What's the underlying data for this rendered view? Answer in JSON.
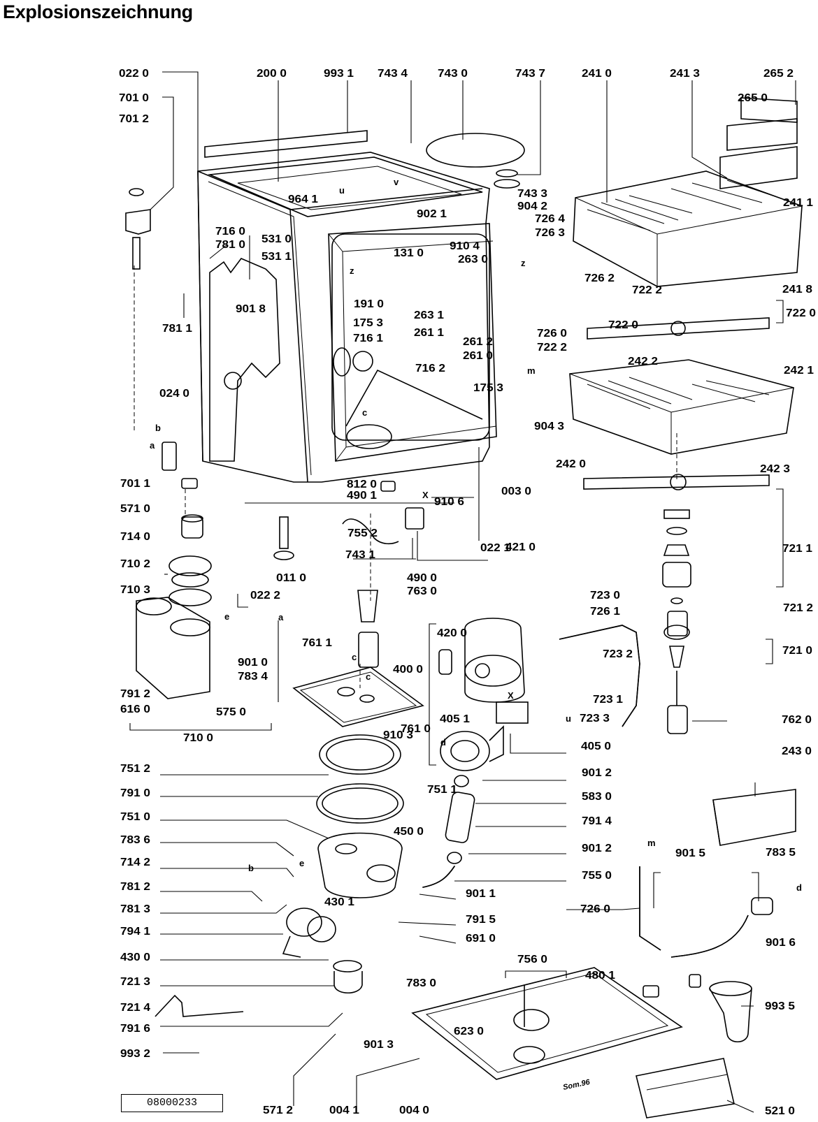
{
  "title": "Explosionszeichnung",
  "document_number": "08000233",
  "drawing_signature": "Som.96",
  "part_labels": [
    "022 0",
    "200 0",
    "993 1",
    "743 4",
    "743 0",
    "743 7",
    "241 0",
    "241 3",
    "265 2",
    "265 0",
    "701 0",
    "701 2",
    "743 3",
    "904 2",
    "964 1",
    "u",
    "v",
    "902 1",
    "726 4",
    "726 3",
    "241 1",
    "716 0",
    "531 0",
    "781 0",
    "531 1",
    "910 4",
    "263 0",
    "131 0",
    "z",
    "z",
    "726 2",
    "241 8",
    "722 2",
    "722 0",
    "722 0",
    "901 8",
    "781 1",
    "191 0",
    "175 3",
    "716 1",
    "263 1",
    "261 1",
    "261 2",
    "261 0",
    "726 0",
    "722 2",
    "m",
    "242 2",
    "242 1",
    "716 2",
    "175 3",
    "024 0",
    "904 3",
    "c",
    "b",
    "a",
    "242 0",
    "242 3",
    "701 1",
    "812 0",
    "490 1",
    "X",
    "910 6",
    "003 0",
    "571 0",
    "022 1",
    "714 0",
    "755 2",
    "421 0",
    "743 1",
    "710 2",
    "011 0",
    "710 3",
    "022 2",
    "490 0",
    "763 0",
    "723 0",
    "726 1",
    "721 1",
    "721 2",
    "e",
    "a",
    "761 1",
    "420 0",
    "723 2",
    "721 0",
    "901 0",
    "783 4",
    "400 0",
    "c",
    "791 2",
    "616 0",
    "575 0",
    "405 1",
    "X",
    "723 1",
    "u",
    "723 3",
    "762 0",
    "d",
    "761 0",
    "910 3",
    "405 0",
    "c",
    "710 0",
    "751 2",
    "901 2",
    "243 0",
    "791 0",
    "751 1",
    "751 0",
    "583 0",
    "783 6",
    "450 0",
    "791 4",
    "714 2",
    "e",
    "901 2",
    "781 2",
    "b",
    "755 0",
    "m",
    "901 5",
    "783 5",
    "781 3",
    "430 1",
    "901 1",
    "d",
    "794 1",
    "791 5",
    "726 0",
    "430 0",
    "691 0",
    "901 6",
    "721 3",
    "756 0",
    "721 4",
    "783 0",
    "480 1",
    "993 5",
    "623 0",
    "791 6",
    "901 3",
    "993 2",
    "571 2",
    "004 1",
    "004 0",
    "521 0"
  ]
}
